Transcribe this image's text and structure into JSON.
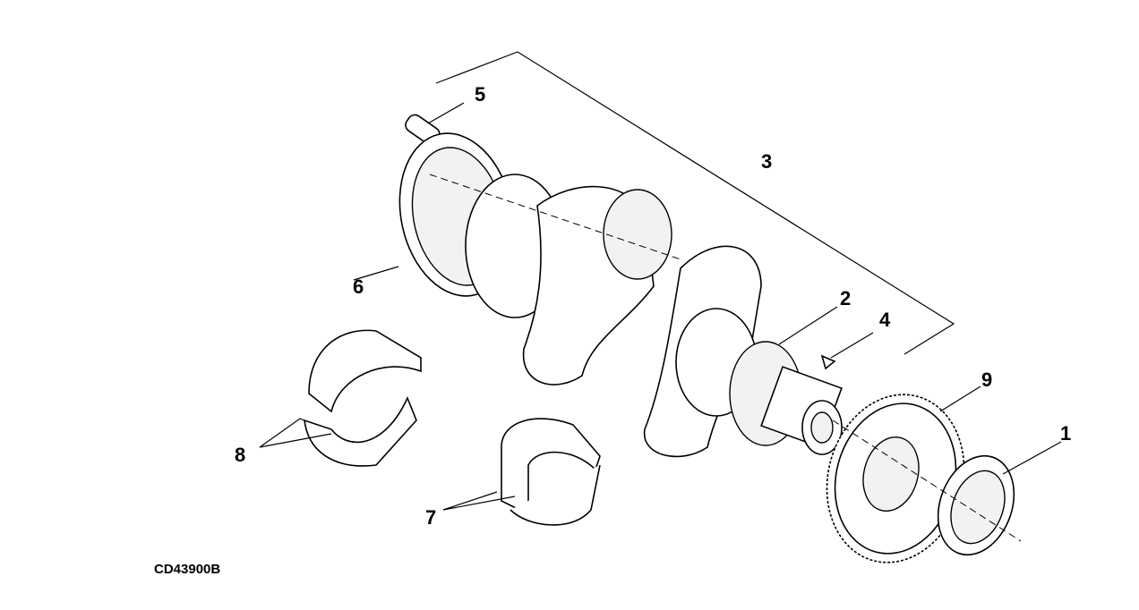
{
  "diagram": {
    "figure_code": "CD43900B",
    "callouts": [
      {
        "id": "1",
        "label": "1"
      },
      {
        "id": "2",
        "label": "2"
      },
      {
        "id": "3",
        "label": "3"
      },
      {
        "id": "4",
        "label": "4"
      },
      {
        "id": "5",
        "label": "5"
      },
      {
        "id": "6",
        "label": "6"
      },
      {
        "id": "7",
        "label": "7"
      },
      {
        "id": "8",
        "label": "8"
      },
      {
        "id": "9",
        "label": "9"
      }
    ]
  }
}
